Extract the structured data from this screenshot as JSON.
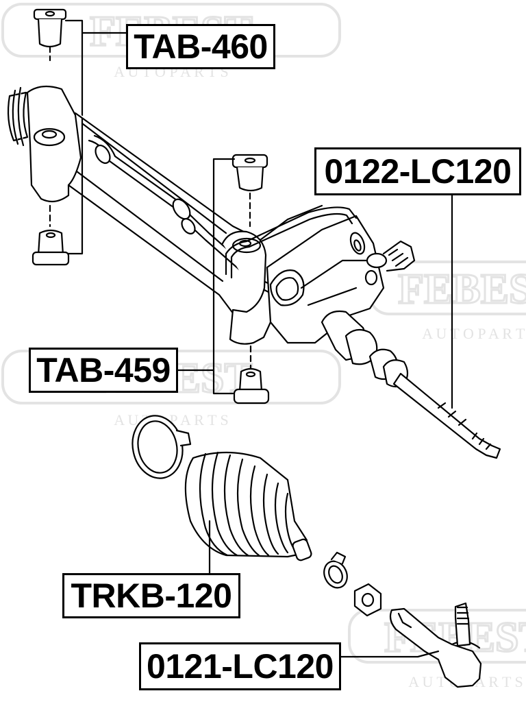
{
  "colors": {
    "line": "#000000",
    "watermark": "#e3e3e3",
    "background": "#ffffff"
  },
  "watermark": {
    "brand": "FEBEST",
    "tagline": "A U T O   P A R T S"
  },
  "parts": {
    "top_bushing": "TAB-460",
    "steering_rack": "0122-LC120",
    "bottom_bushing": "TAB-459",
    "rack_boot_kit": "TRKB-120",
    "tie_rod_end": "0121-LC120"
  }
}
